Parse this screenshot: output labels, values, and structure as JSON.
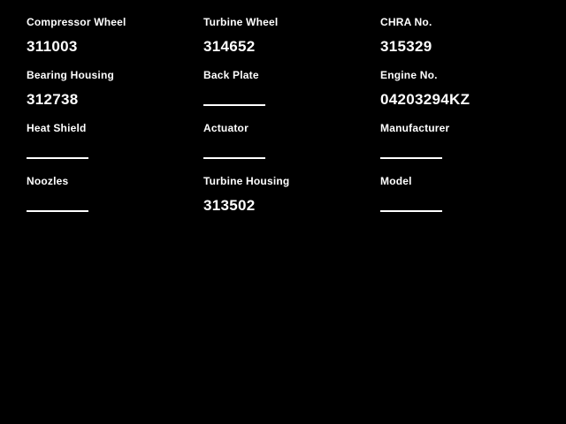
{
  "colors": {
    "background": "#000000",
    "text": "#ffffff"
  },
  "fields": [
    {
      "label": "Compressor Wheel",
      "value": "311003"
    },
    {
      "label": "Turbine Wheel",
      "value": "314652"
    },
    {
      "label": "CHRA No.",
      "value": "315329"
    },
    {
      "label": "Bearing Housing",
      "value": "312738"
    },
    {
      "label": "Back Plate",
      "value": ""
    },
    {
      "label": "Engine No.",
      "value": "04203294KZ"
    },
    {
      "label": "Heat Shield",
      "value": ""
    },
    {
      "label": "Actuator",
      "value": ""
    },
    {
      "label": "Manufacturer",
      "value": ""
    },
    {
      "label": "Noozles",
      "value": ""
    },
    {
      "label": "Turbine Housing",
      "value": "313502"
    },
    {
      "label": "Model",
      "value": ""
    }
  ]
}
